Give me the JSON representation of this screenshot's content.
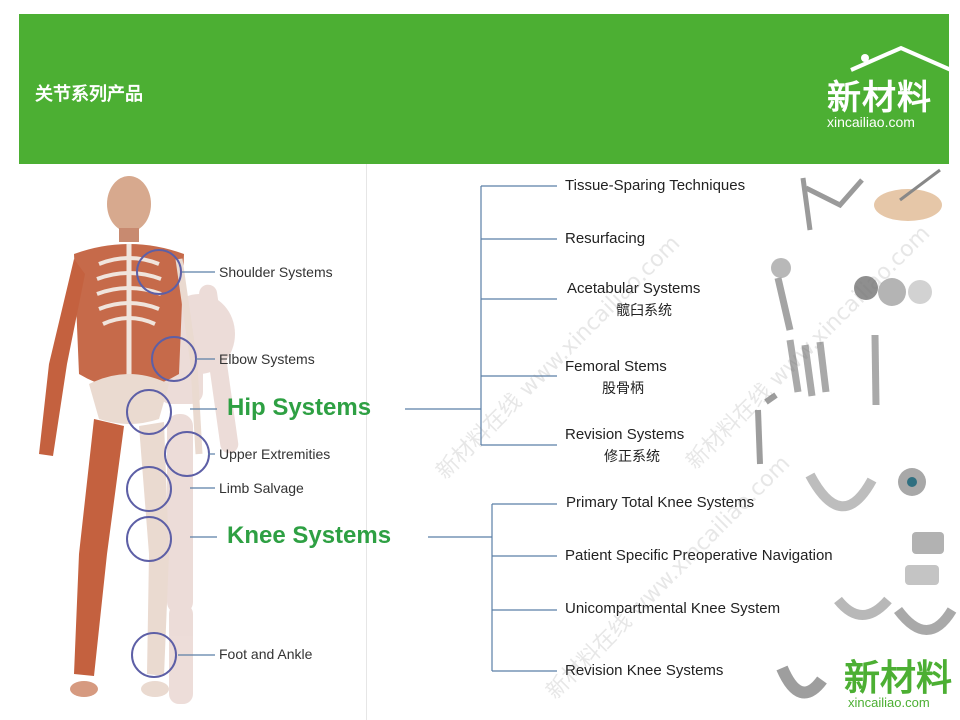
{
  "header": {
    "title": "关节系列产品",
    "logo_cn": "新材料",
    "logo_en": "xincailiao.com",
    "background_color": "#4caf33"
  },
  "body_labels": {
    "shoulder": "Shoulder Systems",
    "elbow": "Elbow Systems",
    "upper": "Upper Extremities",
    "limb": "Limb Salvage",
    "foot": "Foot and Ankle"
  },
  "main_labels": {
    "hip": "Hip Systems",
    "knee": "Knee Systems"
  },
  "hip_items": [
    {
      "label": "Tissue-Sparing Techniques",
      "sub": ""
    },
    {
      "label": "Resurfacing",
      "sub": ""
    },
    {
      "label": "Acetabular Systems",
      "sub": "髋臼系统"
    },
    {
      "label": "Femoral Stems",
      "sub": "股骨柄"
    },
    {
      "label": "Revision Systems",
      "sub": "修正系统"
    }
  ],
  "knee_items": [
    {
      "label": "Primary  Total Knee Systems"
    },
    {
      "label": "Patient Specific Preoperative Navigation"
    },
    {
      "label": "Unicompartmental Knee System"
    },
    {
      "label": "Revision Knee Systems"
    }
  ],
  "footer_logo": {
    "cn": "新材料",
    "en": "xincailiao.com"
  },
  "watermark_text": "新材料在线 www.xincailiao.com",
  "colors": {
    "accent_green": "#4caf33",
    "label_green": "#2ea043",
    "line_blue": "#5b7fa6"
  }
}
